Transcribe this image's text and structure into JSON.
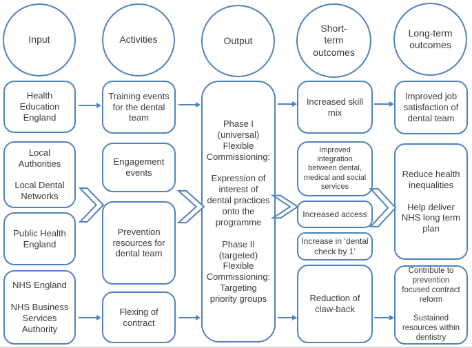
{
  "figure": {
    "type": "logic-model-flow-diagram",
    "colors": {
      "stroke": "#4f81bd",
      "text": "#3a3a3a",
      "background": "#ffffff"
    },
    "connectors": {
      "arrow_icon": "right-arrow",
      "chevron_icon": "double-chevron-right"
    },
    "columns": [
      {
        "header": "Input",
        "boxes": [
          {
            "text": "Health\nEducation\nEngland"
          },
          {
            "text": "Local\nAuthorities\n\nLocal Dental\nNetworks"
          },
          {
            "text": "Public Health\nEngland"
          },
          {
            "text": "NHS England\n\nNHS Business\nServices\nAuthority"
          }
        ]
      },
      {
        "header": "Activities",
        "boxes": [
          {
            "text": "Training events\nfor the dental\nteam"
          },
          {
            "text": "Engagement\nevents"
          },
          {
            "text": "Prevention\nresources for\ndental team"
          },
          {
            "text": "Flexing of\ncontract"
          }
        ]
      },
      {
        "header": "Output",
        "boxes": [
          {
            "text": "Phase I\n(universal)\nFlexible\nCommissioning:\n\nExpression of\ninterest of\ndental practices\nonto the\nprogramme\n\nPhase II\n(targeted)\nFlexible\nCommissioning:\nTargeting\npriority groups"
          }
        ]
      },
      {
        "header": "Short-\nterm\noutcomes",
        "boxes": [
          {
            "text": "Increased skill\nmix"
          },
          {
            "text": "Improved\nintegration\nbetween dental,\nmedical and social\nservices"
          },
          {
            "text": "Increased access"
          },
          {
            "text": "Increase in ‘dental\ncheck by 1’"
          },
          {
            "text": "Reduction of\nclaw-back"
          }
        ]
      },
      {
        "header": "Long-term\noutcomes",
        "boxes": [
          {
            "text": "Improved job\nsatisfaction of\ndental team"
          },
          {
            "text": "Reduce health\ninequalities\n\nHelp deliver\nNHS long term\nplan"
          },
          {
            "text": "Contribute to\nprevention\nfocused contract\nreform\n\nSustained\nresources within\ndentistry"
          }
        ]
      }
    ]
  }
}
